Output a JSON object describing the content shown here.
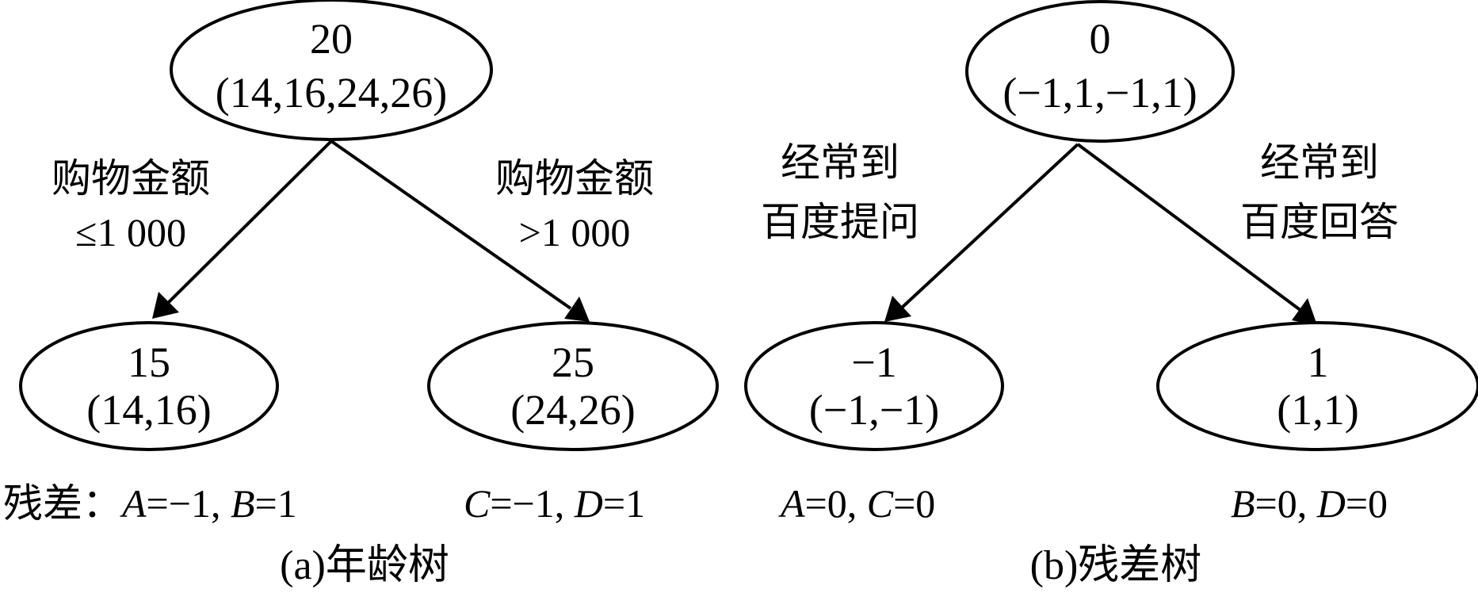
{
  "tree_a": {
    "root": {
      "value": "20",
      "samples": "(14,16,24,26)"
    },
    "left": {
      "value": "15",
      "samples": "(14,16)"
    },
    "right": {
      "value": "25",
      "samples": "(24,26)"
    },
    "left_edge": {
      "line1": "购物金额",
      "line2": "≤1 000"
    },
    "right_edge": {
      "line1": "购物金额",
      "line2": ">1 000"
    },
    "residual_prefix": "残差：",
    "residual_left": [
      {
        "var": "A",
        "val": "=−1, "
      },
      {
        "var": "B",
        "val": "=1"
      }
    ],
    "residual_right": [
      {
        "var": "C",
        "val": "=−1, "
      },
      {
        "var": "D",
        "val": "=1"
      }
    ],
    "caption": "(a)年龄树"
  },
  "tree_b": {
    "root": {
      "value": "0",
      "samples": "(−1,1,−1,1)"
    },
    "left": {
      "value": "−1",
      "samples": "(−1,−1)"
    },
    "right": {
      "value": "1",
      "samples": "(1,1)"
    },
    "left_edge": {
      "line1": "经常到",
      "line2": "百度提问"
    },
    "right_edge": {
      "line1": "经常到",
      "line2": "百度回答"
    },
    "residual_left": [
      {
        "var": "A",
        "val": "=0, "
      },
      {
        "var": "C",
        "val": "=0"
      }
    ],
    "residual_right": [
      {
        "var": "B",
        "val": "=0, "
      },
      {
        "var": "D",
        "val": "=0"
      }
    ],
    "caption": "(b)残差树"
  }
}
